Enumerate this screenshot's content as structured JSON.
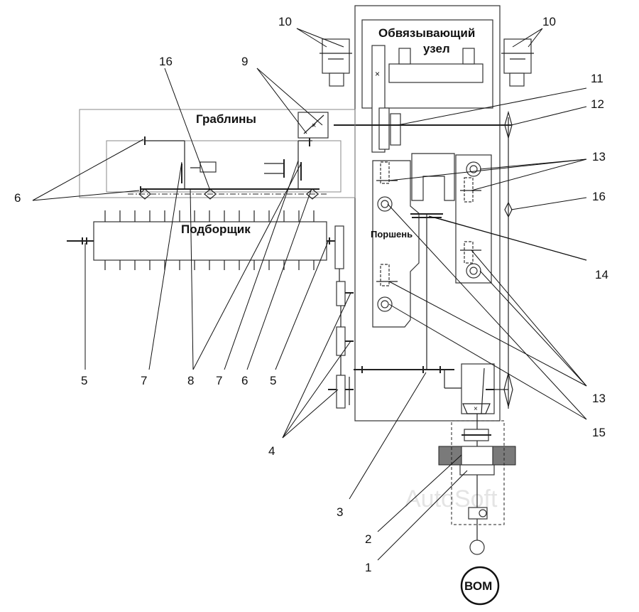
{
  "labels": {
    "binding_unit_line1": "Обвязывающий",
    "binding_unit_line2": "узел",
    "rakes": "Граблины",
    "pickup": "Подборщик",
    "piston": "Поршень",
    "pto": "ВОМ",
    "watermark": "AutoSoft"
  },
  "callouts": {
    "n1": "1",
    "n2": "2",
    "n3": "3",
    "n4": "4",
    "n5a": "5",
    "n5b": "5",
    "n6a": "6",
    "n6b": "6",
    "n7a": "7",
    "n7b": "7",
    "n8": "8",
    "n9": "9",
    "n10a": "10",
    "n10b": "10",
    "n11": "11",
    "n12": "12",
    "n13a": "13",
    "n13b": "13",
    "n14": "14",
    "n15": "15",
    "n16a": "16",
    "n16b": "16"
  }
}
